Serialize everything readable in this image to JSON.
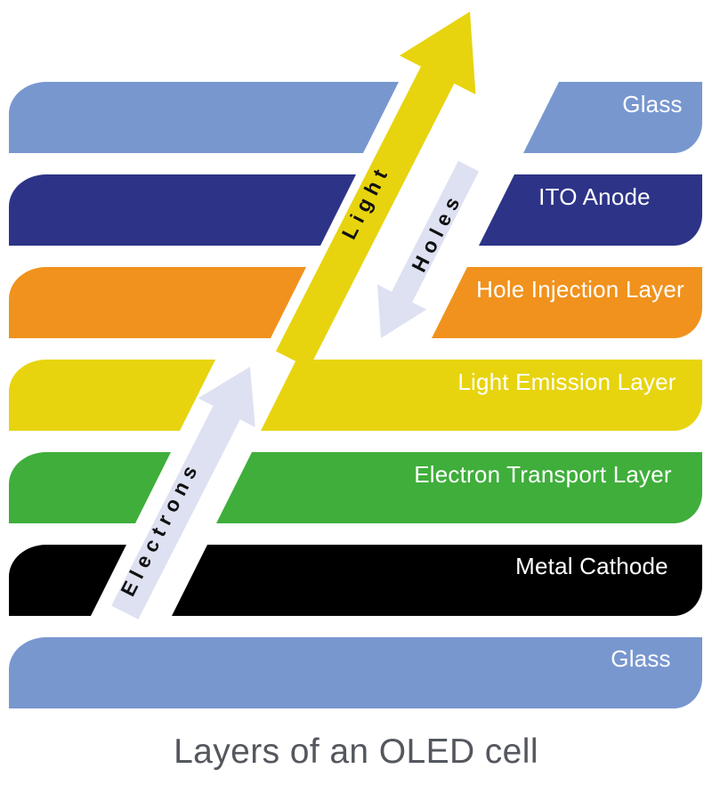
{
  "title": "Layers of an OLED cell",
  "title_color": "#54575e",
  "layer_label_color": "#ffffff",
  "arrow_label_color": "#111111",
  "layers": [
    {
      "id": "glass-top",
      "label": "Glass",
      "color": "#7897cf"
    },
    {
      "id": "ito-anode",
      "label": "ITO Anode",
      "color": "#2d3487"
    },
    {
      "id": "hole-injection",
      "label": "Hole Injection Layer",
      "color": "#f0921d"
    },
    {
      "id": "light-emission",
      "label": "Light Emission Layer",
      "color": "#e7d40f"
    },
    {
      "id": "electron-transport",
      "label": "Electron Transport Layer",
      "color": "#3fae3b"
    },
    {
      "id": "metal-cathode",
      "label": "Metal Cathode",
      "color": "#000000"
    },
    {
      "id": "glass-bottom",
      "label": "Glass",
      "color": "#7897cf"
    }
  ],
  "arrows": [
    {
      "id": "light",
      "label": "Light",
      "direction": "up",
      "color": "#e7d40f"
    },
    {
      "id": "holes",
      "label": "Holes",
      "direction": "down",
      "color": "#dee1f2"
    },
    {
      "id": "electrons",
      "label": "Electrons",
      "direction": "up",
      "color": "#dee1f2"
    }
  ]
}
